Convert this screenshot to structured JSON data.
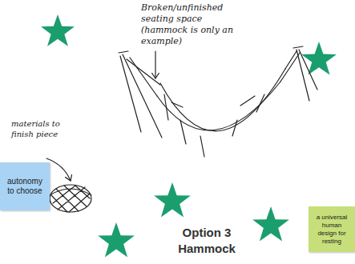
{
  "diagram": {
    "title": "Option 3 Hammock",
    "nodes": [
      {
        "text": [
          "autonomy to choose"
        ]
      },
      {
        "text": [
          "a universal human design for resting"
        ]
      }
    ],
    "labels": [
      "Broken/unfinished seating space (hammock is only an example)",
      "materials to finish piece"
    ]
  }
}
